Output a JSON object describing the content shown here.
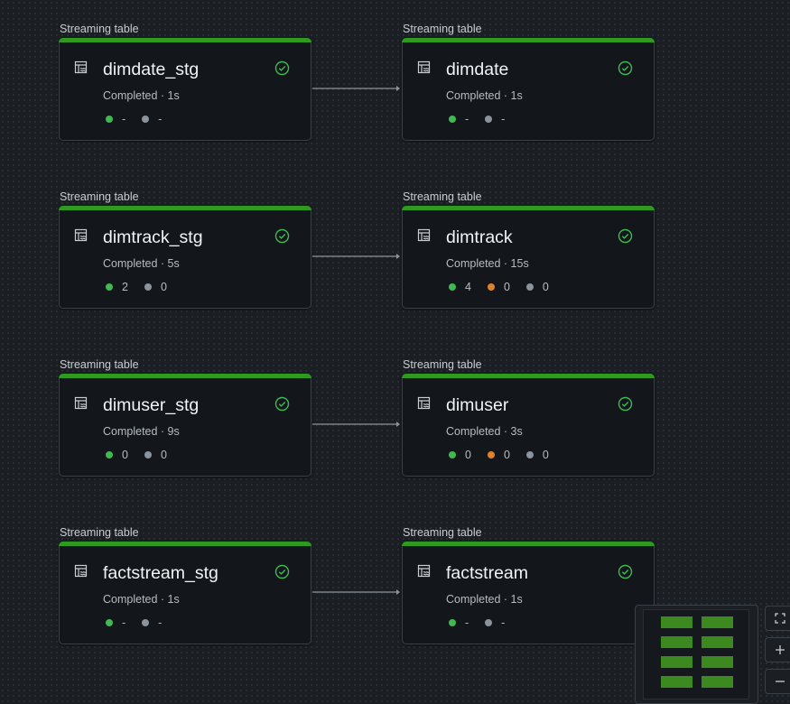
{
  "nodes": [
    {
      "type_label": "Streaming table",
      "name": "dimdate_stg",
      "status": "Completed · 1s",
      "metrics": [
        {
          "color": "green",
          "value": "-"
        },
        {
          "color": "gray",
          "value": "-"
        }
      ]
    },
    {
      "type_label": "Streaming table",
      "name": "dimdate",
      "status": "Completed · 1s",
      "metrics": [
        {
          "color": "green",
          "value": "-"
        },
        {
          "color": "gray",
          "value": "-"
        }
      ]
    },
    {
      "type_label": "Streaming table",
      "name": "dimtrack_stg",
      "status": "Completed · 5s",
      "metrics": [
        {
          "color": "green",
          "value": "2"
        },
        {
          "color": "gray",
          "value": "0"
        }
      ]
    },
    {
      "type_label": "Streaming table",
      "name": "dimtrack",
      "status": "Completed · 15s",
      "metrics": [
        {
          "color": "green",
          "value": "4"
        },
        {
          "color": "orange",
          "value": "0"
        },
        {
          "color": "gray",
          "value": "0"
        }
      ]
    },
    {
      "type_label": "Streaming table",
      "name": "dimuser_stg",
      "status": "Completed · 9s",
      "metrics": [
        {
          "color": "green",
          "value": "0"
        },
        {
          "color": "gray",
          "value": "0"
        }
      ]
    },
    {
      "type_label": "Streaming table",
      "name": "dimuser",
      "status": "Completed · 3s",
      "metrics": [
        {
          "color": "green",
          "value": "0"
        },
        {
          "color": "orange",
          "value": "0"
        },
        {
          "color": "gray",
          "value": "0"
        }
      ]
    },
    {
      "type_label": "Streaming table",
      "name": "factstream_stg",
      "status": "Completed · 1s",
      "metrics": [
        {
          "color": "green",
          "value": "-"
        },
        {
          "color": "gray",
          "value": "-"
        }
      ]
    },
    {
      "type_label": "Streaming table",
      "name": "factstream",
      "status": "Completed · 1s",
      "metrics": [
        {
          "color": "green",
          "value": "-"
        },
        {
          "color": "gray",
          "value": "-"
        }
      ]
    }
  ],
  "edges": [
    {
      "from": "dimdate_stg",
      "to": "dimdate"
    },
    {
      "from": "dimtrack_stg",
      "to": "dimtrack"
    },
    {
      "from": "dimuser_stg",
      "to": "dimuser"
    },
    {
      "from": "factstream_stg",
      "to": "factstream"
    }
  ],
  "icons": {
    "table": "streaming-table-icon",
    "status": "check-circle-icon",
    "fit": "fit-view-icon",
    "zoom_in": "zoom-in-icon",
    "zoom_out": "zoom-out-icon"
  },
  "colors": {
    "header_bar": "#2e9a1f",
    "check": "#3fb950",
    "metric_green": "#3fb950",
    "metric_orange": "#e0822a",
    "metric_gray": "#8b949e",
    "minimap_node": "#3c8a1f"
  }
}
